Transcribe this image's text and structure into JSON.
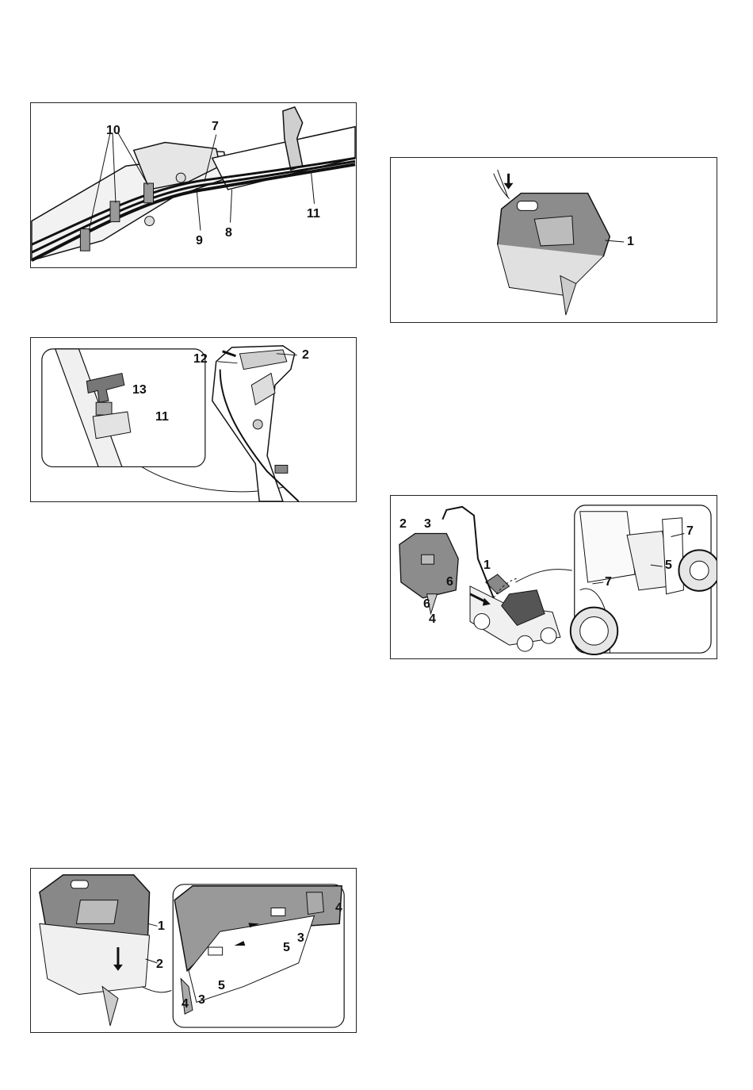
{
  "figures": [
    {
      "id": "cable-routing",
      "callouts": [
        "10",
        "7",
        "9",
        "8",
        "11"
      ]
    },
    {
      "id": "handle-starter",
      "callouts": [
        "13",
        "11",
        "12",
        "2"
      ]
    },
    {
      "id": "catcher-lid",
      "callouts": [
        "1",
        "2",
        "4",
        "3",
        "5",
        "5",
        "3",
        "4"
      ]
    },
    {
      "id": "catcher-top",
      "callouts": [
        "1"
      ]
    },
    {
      "id": "catcher-attach",
      "callouts": [
        "2",
        "3",
        "1",
        "6",
        "6",
        "4",
        "7",
        "5",
        "7"
      ]
    }
  ]
}
